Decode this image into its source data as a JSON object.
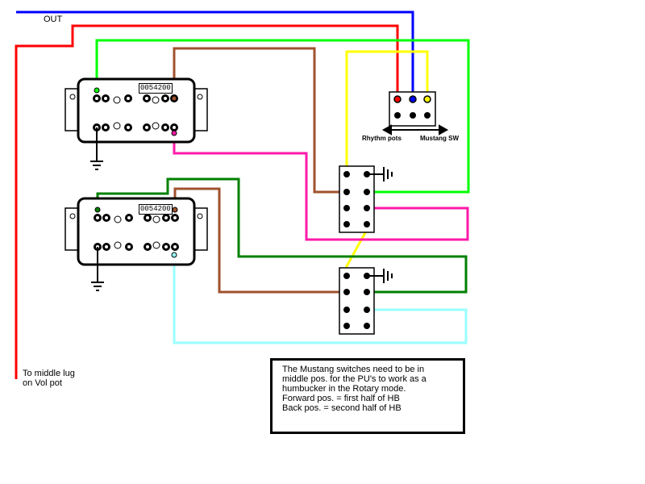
{
  "labels": {
    "out": "OUT",
    "vol_pot_line1": "To middle lug",
    "vol_pot_line2": "on Vol pot",
    "rhythm_pots": "Rhythm pots",
    "mustang_sw": "Mustang SW"
  },
  "pickups": {
    "top_serial": "0054200",
    "bottom_serial": "0054200"
  },
  "note": {
    "lines": [
      "The Mustang switches need to be in",
      "middle pos. for the PU's to work as a",
      "humbucker in the Rotary mode.",
      "Forward pos. = first half of HB",
      "Back pos. = second half of HB"
    ]
  },
  "wire_colors": {
    "out_blue": "#0000ff",
    "out_red": "#ff0000",
    "green": "#00ff00",
    "brown": "#a0522d",
    "yellow": "#ffff00",
    "pink": "#ff1aa8",
    "dark_green": "#008000",
    "light_blue": "#99ffff"
  }
}
